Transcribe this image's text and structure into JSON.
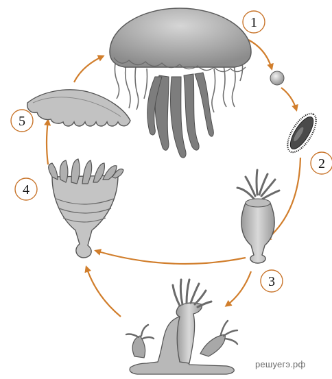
{
  "figure": {
    "stages": [
      {
        "number": "1",
        "name": "medusa"
      },
      {
        "number": "2",
        "name": "planula-larva"
      },
      {
        "number": "3",
        "name": "polyp-colony"
      },
      {
        "number": "4",
        "name": "strobila"
      },
      {
        "number": "5",
        "name": "ephyra"
      }
    ],
    "arrow_color": "#d17e2c",
    "watermark": "решуегэ.рф"
  }
}
